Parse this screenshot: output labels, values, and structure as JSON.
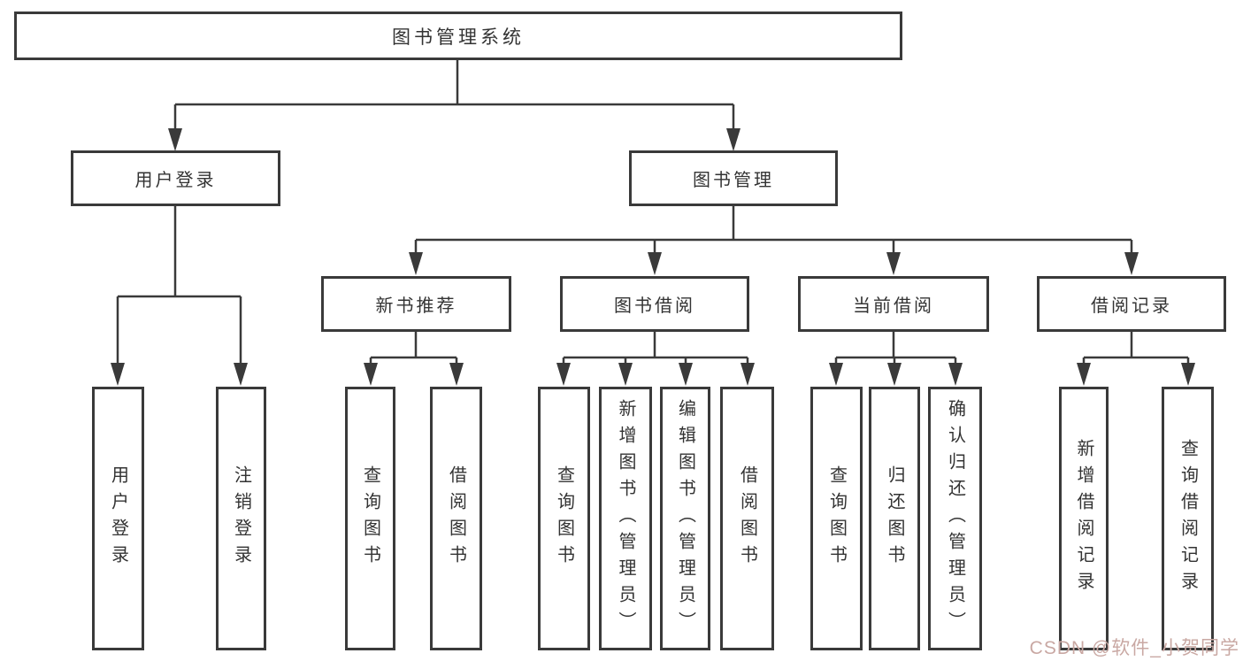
{
  "diagram": {
    "root": {
      "label": "图书管理系统"
    },
    "level2": [
      {
        "label": "用户登录"
      },
      {
        "label": "图书管理"
      }
    ],
    "level3": [
      {
        "label": "新书推荐"
      },
      {
        "label": "图书借阅"
      },
      {
        "label": "当前借阅"
      },
      {
        "label": "借阅记录"
      }
    ],
    "leaves": {
      "user_login": [
        "用户登录",
        "注销登录"
      ],
      "new_books": [
        "查询图书",
        "借阅图书"
      ],
      "borrow": [
        "查询图书",
        "新增图书（管理员）",
        "编辑图书（管理员）",
        "借阅图书"
      ],
      "current": [
        "查询图书",
        "归还图书",
        "确认归还（管理员）"
      ],
      "records": [
        "新增借阅记录",
        "查询借阅记录"
      ]
    }
  },
  "watermark": {
    "text": "CSDN @软件_小贺同学",
    "color": "#c9a8a3"
  },
  "colors": {
    "line": "#3a3a3a",
    "border": "#3a3a3a",
    "text": "#333333",
    "background": "#ffffff"
  }
}
